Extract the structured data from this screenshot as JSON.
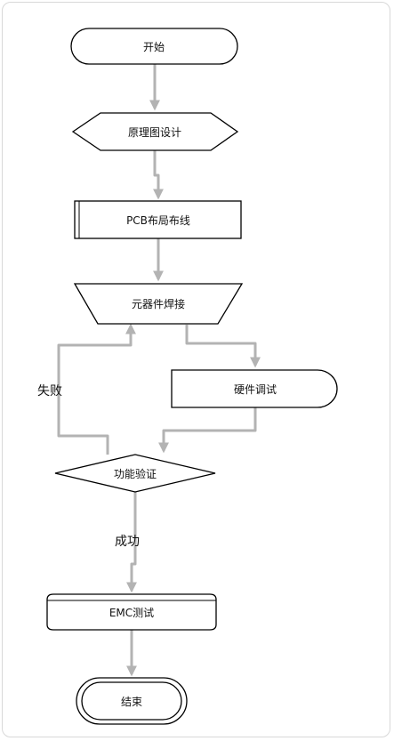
{
  "nodes": {
    "start": "开始",
    "schematic": "原理图设计",
    "pcb": "PCB布局布线",
    "solder": "元器件焊接",
    "hwdebug": "硬件调试",
    "verify": "功能验证",
    "emc": "EMC测试",
    "end": "结束"
  },
  "edge_labels": {
    "fail": "失败",
    "success": "成功"
  },
  "colors": {
    "edge": "#b3b3b3",
    "shape_stroke": "#000000",
    "frame": "#d8d8d8"
  }
}
